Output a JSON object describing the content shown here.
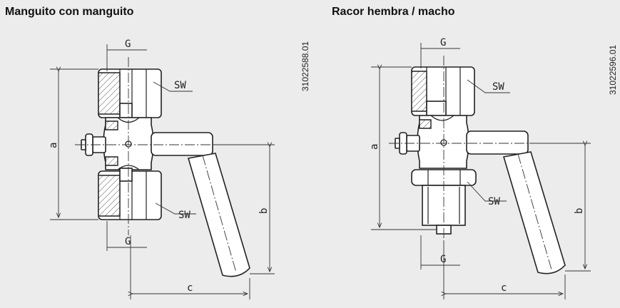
{
  "titles": {
    "left": "Manguito con manguito",
    "right": "Racor hembra / macho"
  },
  "codes": {
    "left": "31022588.01",
    "right": "31022596.01"
  },
  "labels": {
    "g": "G",
    "sw": "SW",
    "a": "a",
    "b": "b",
    "c": "c"
  }
}
